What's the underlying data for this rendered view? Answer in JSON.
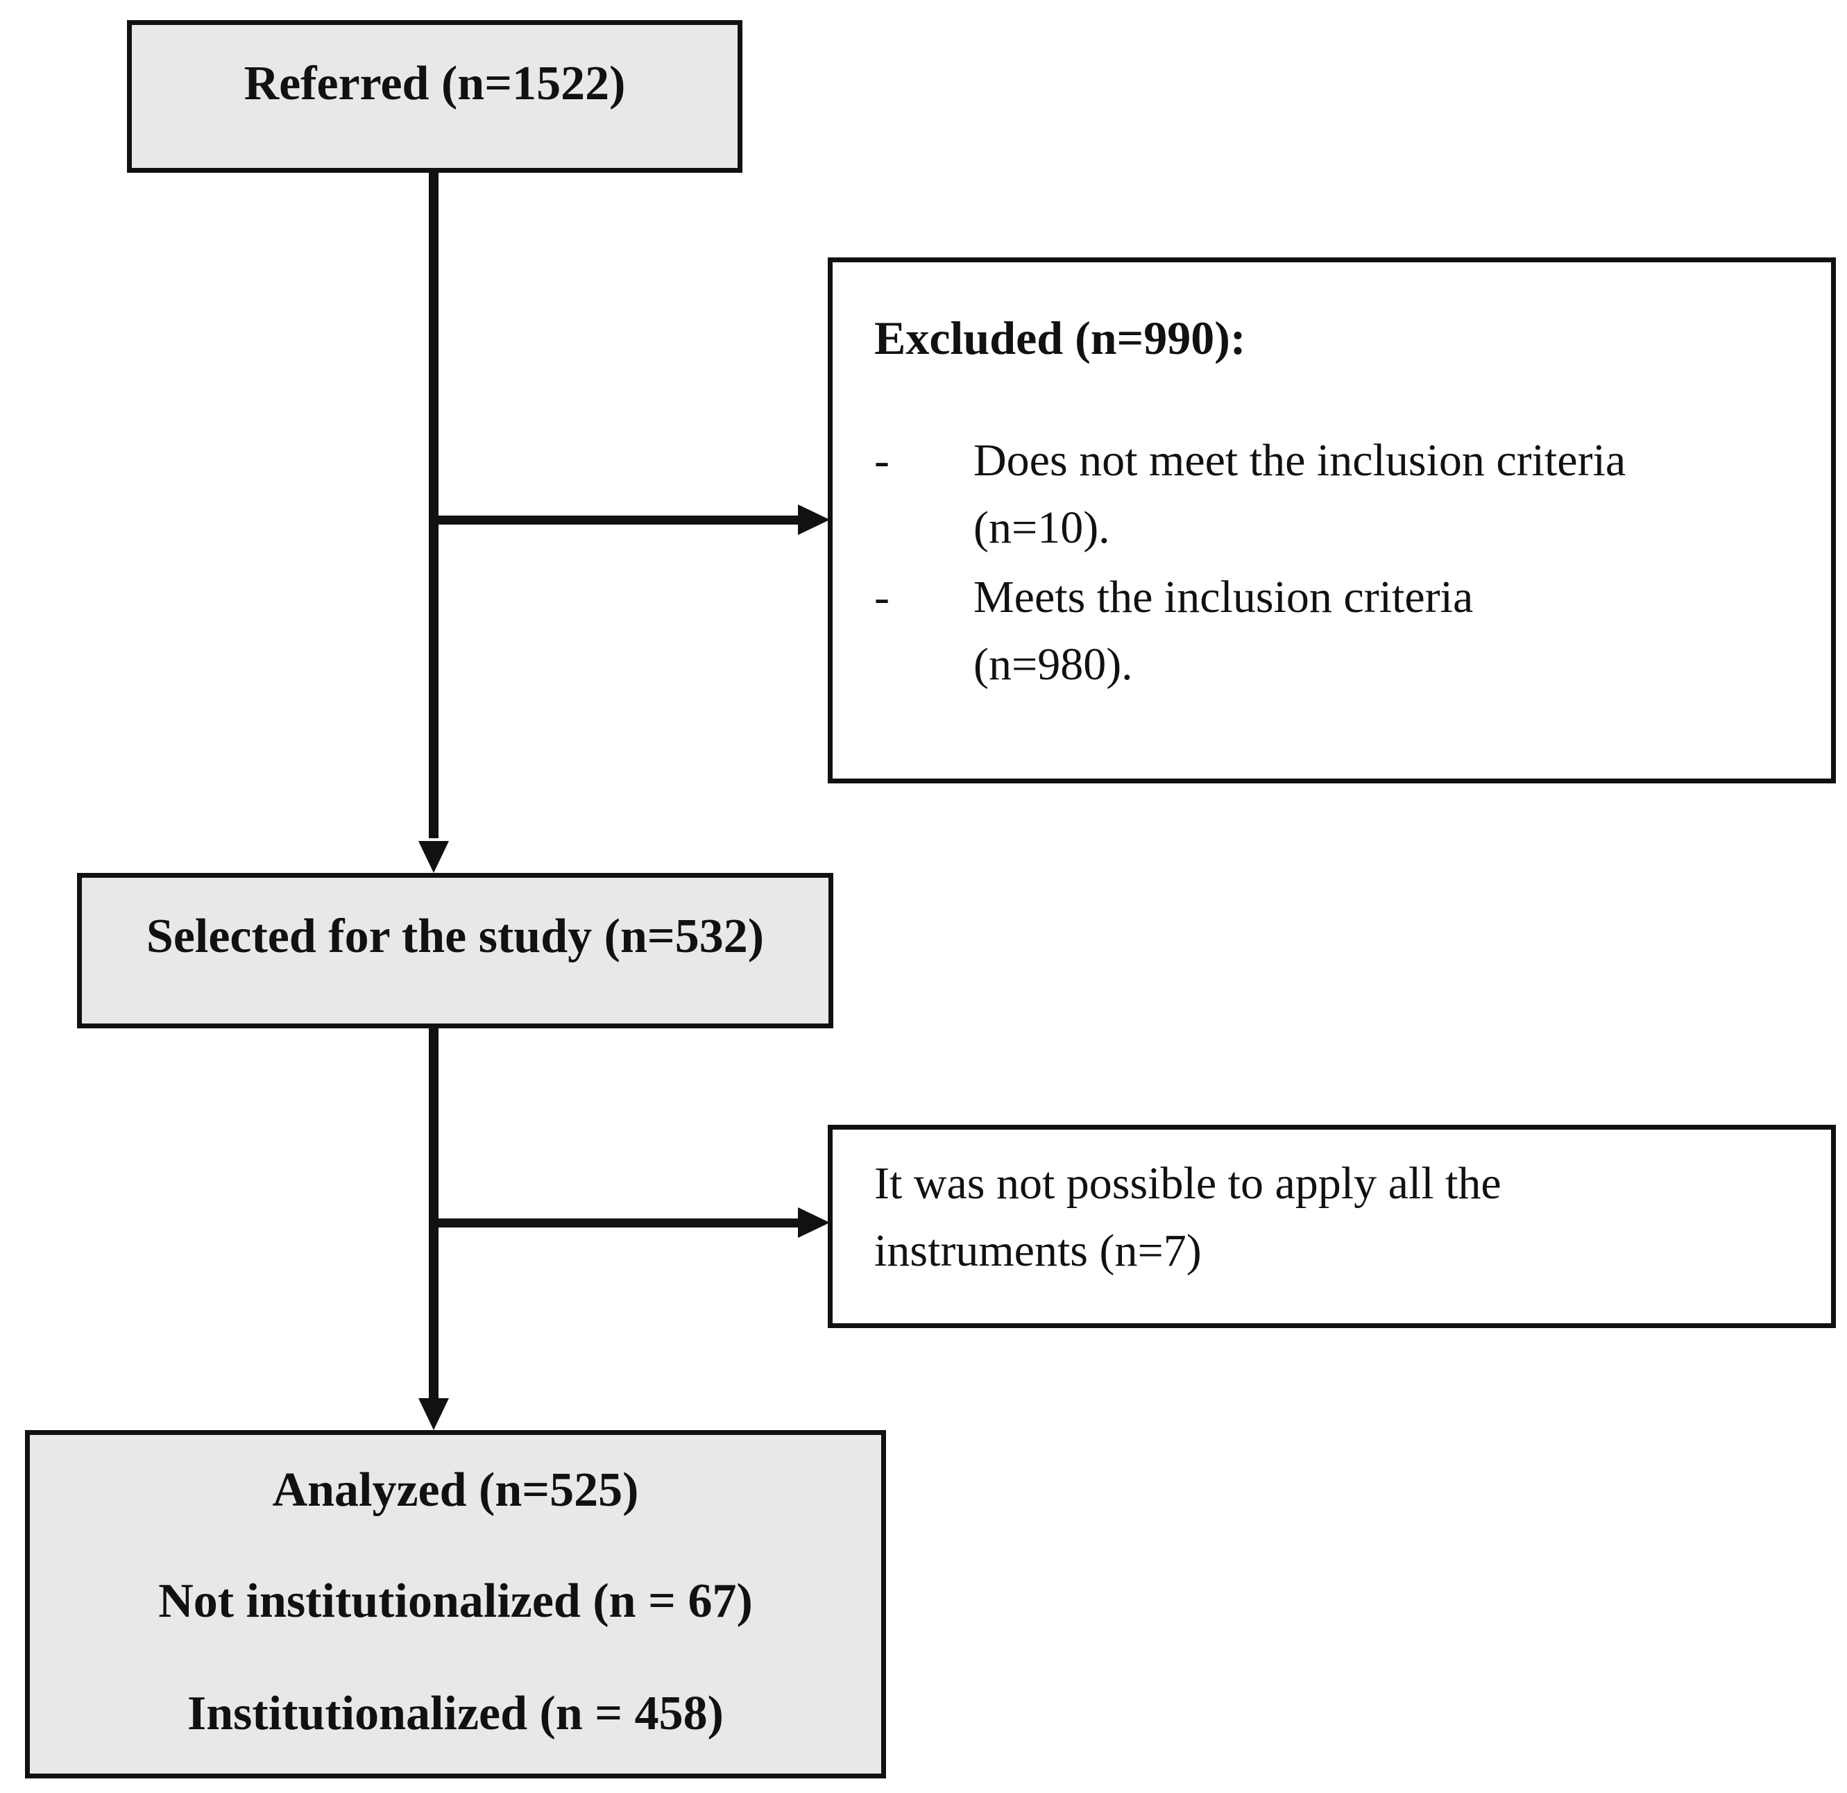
{
  "referred": {
    "label": "Referred (n=1522)"
  },
  "excluded": {
    "title": "Excluded (n=990):",
    "items": [
      {
        "bullet": "-",
        "line1": "Does not meet the inclusion criteria",
        "line2": "(n=10)."
      },
      {
        "bullet": "-",
        "line1": "Meets the inclusion criteria",
        "line2": "(n=980)."
      }
    ]
  },
  "selected": {
    "label": "Selected for the study (n=532)"
  },
  "not_applied": {
    "line1": "It was not possible to apply all the",
    "line2": "instruments (n=7)"
  },
  "analyzed": {
    "title": "Analyzed (n=525)",
    "line1": "Not institutionalized (n = 67)",
    "line2": "Institutionalized (n = 458)"
  },
  "colors": {
    "box_fill_gray": "#e8e8e8",
    "box_fill_white": "#ffffff",
    "stroke": "#111111"
  }
}
